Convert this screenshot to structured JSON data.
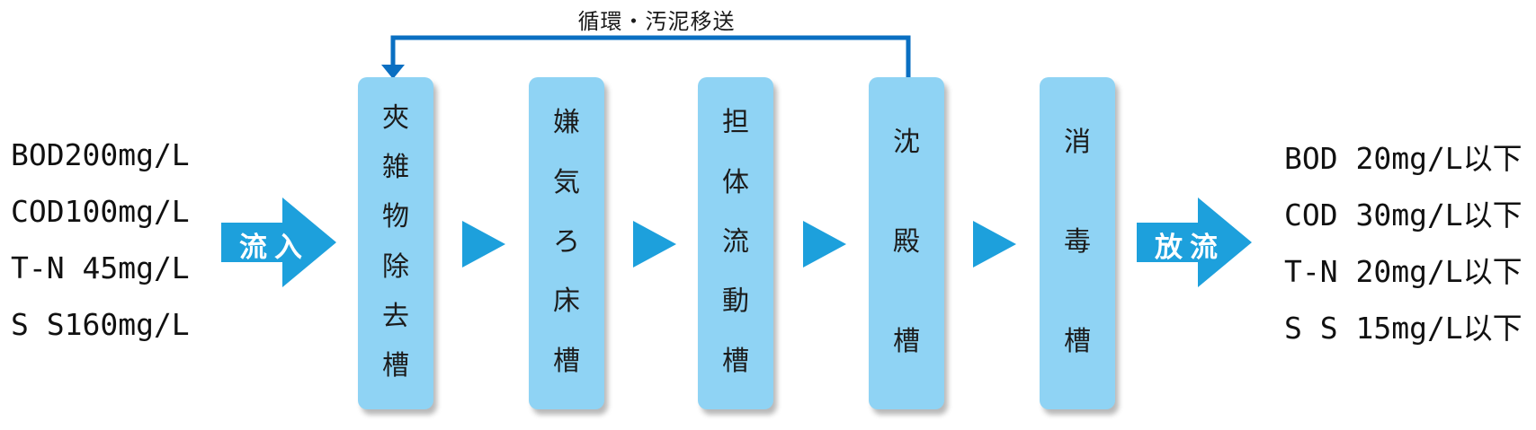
{
  "recirculation": {
    "label": "循環・汚泥移送"
  },
  "influent": {
    "arrow_label": "流入",
    "lines": [
      "BOD200mg/L",
      "COD100mg/L",
      "T-N 45mg/L",
      "S S160mg/L"
    ]
  },
  "effluent": {
    "arrow_label": "放流",
    "lines": [
      "BOD 20mg/L以下",
      "COD 30mg/L以下",
      "T-N 20mg/L以下",
      "S S 15mg/L以下"
    ]
  },
  "tanks": [
    {
      "chars": [
        "夾",
        "雑",
        "物",
        "除",
        "去",
        "槽"
      ]
    },
    {
      "chars": [
        "嫌",
        "気",
        "ろ",
        "床",
        "槽"
      ]
    },
    {
      "chars": [
        "担",
        "体",
        "流",
        "動",
        "槽"
      ]
    },
    {
      "chars": [
        "沈",
        "殿",
        "槽"
      ]
    },
    {
      "chars": [
        "消",
        "毒",
        "槽"
      ]
    }
  ],
  "colors": {
    "tank": "#8fd3f4",
    "arrow": "#1da0dc",
    "loop_line": "#0a6fc2"
  }
}
